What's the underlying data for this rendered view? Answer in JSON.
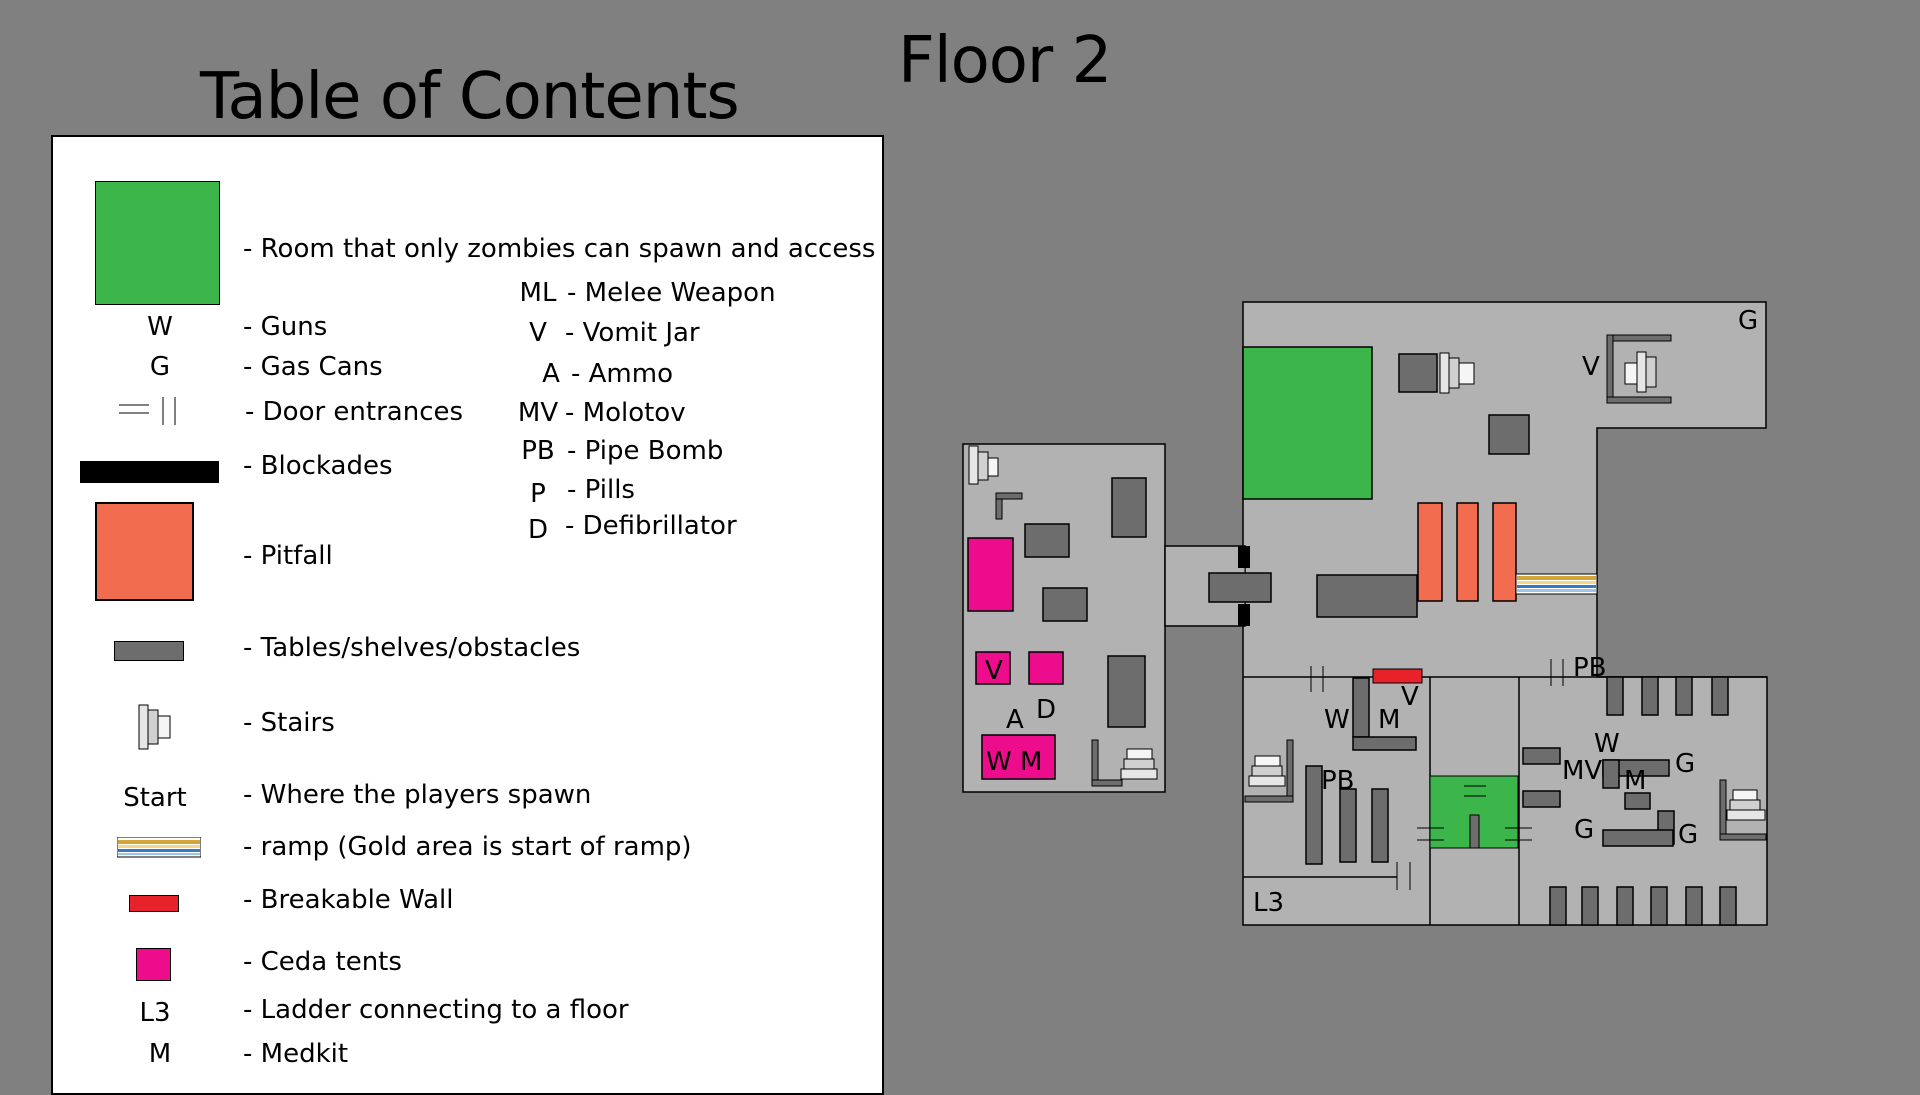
{
  "titles": {
    "toc": "Table of Contents",
    "floor": "Floor 2"
  },
  "colors": {
    "background": "#808080",
    "zombie_room": "#3cb54a",
    "pitfall": "#f26d50",
    "obstacle": "#6d6d6d",
    "blockade": "#000000",
    "breakable_wall": "#e8222b",
    "ceda_tent": "#ec0c8c",
    "floor": "#b2b2b2"
  },
  "legend": {
    "zombie_room": "- Room that only zombies can spawn and access",
    "guns": {
      "symbol": "W",
      "label": "- Guns"
    },
    "gas": {
      "symbol": "G",
      "label": "- Gas Cans"
    },
    "doors": "- Door entrances",
    "blockades": "- Blockades",
    "pitfall": "- Pitfall",
    "tables": "- Tables/shelves/obstacles",
    "stairs": "- Stairs",
    "start": {
      "symbol": "Start",
      "label": "- Where the players spawn"
    },
    "ramp": "- ramp (Gold area is start of ramp)",
    "breakable": "- Breakable Wall",
    "ceda": "- Ceda tents",
    "ladder": {
      "symbol": "L3",
      "label": "- Ladder connecting to a floor"
    },
    "medkit": {
      "symbol": "M",
      "label": "- Medkit"
    },
    "melee": {
      "symbol": "ML",
      "label": "- Melee Weapon"
    },
    "vomit": {
      "symbol": "V",
      "label": "- Vomit Jar"
    },
    "ammo": {
      "symbol": "A",
      "label": "- Ammo"
    },
    "molotov": {
      "symbol": "MV",
      "label": "- Molotov"
    },
    "pipebomb": {
      "symbol": "PB",
      "label": "- Pipe Bomb"
    },
    "pills": {
      "symbol": "P",
      "label": "- Pills"
    },
    "defib": {
      "symbol": "D",
      "label": "- Defibrillator"
    }
  },
  "map_labels": {
    "g_top": "G",
    "v_top": "V",
    "v_tent": "V",
    "a_left": "A",
    "d_left": "D",
    "wm_tent": "W M",
    "pb_right": "PB",
    "v_break": "V",
    "w_mid": "W",
    "m_mid": "M",
    "pb_mid": "PB",
    "l3": "L3",
    "w_right": "W",
    "mv_right": "MV",
    "m_right": "M",
    "g_r1": "G",
    "g_r2": "G",
    "g_r3": "G"
  }
}
